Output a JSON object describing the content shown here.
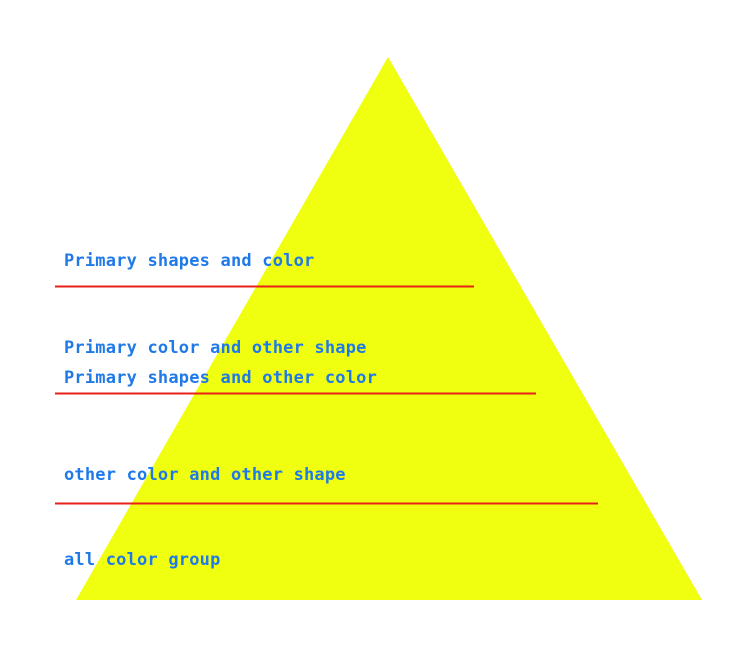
{
  "colors": {
    "pyramid_fill": "#f0ff0f",
    "divider_line": "#e8201a",
    "label_text": "#1f7ae8",
    "background": "#ffffff"
  },
  "labels": [
    "Primary shapes and color",
    "Primary color and other shape",
    "Primary shapes and other color",
    "other color and other shape",
    "all color group"
  ]
}
